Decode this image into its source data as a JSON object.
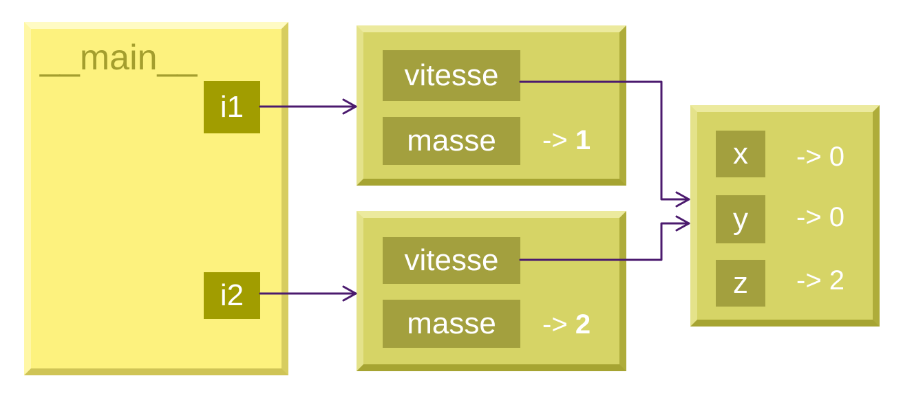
{
  "main_frame": {
    "title": "__main__"
  },
  "refs": {
    "i1": "i1",
    "i2": "i2"
  },
  "instance1": {
    "vitesse_label": "vitesse",
    "masse_label": "masse",
    "masse_arrow": "->",
    "masse_value": "1"
  },
  "instance2": {
    "vitesse_label": "vitesse",
    "masse_label": "masse",
    "masse_arrow": "->",
    "masse_value": "2"
  },
  "vector": {
    "x_label": "x",
    "x_value": "-> 0",
    "y_label": "y",
    "y_value": "-> 0",
    "z_label": "z",
    "z_value": "-> 2"
  },
  "colors": {
    "main_frame": "#fdf27e",
    "object_box": "#d6d466",
    "label_chip": "#a3a03e",
    "ref_chip": "#a19d00",
    "arrow": "#4b1a6e"
  }
}
